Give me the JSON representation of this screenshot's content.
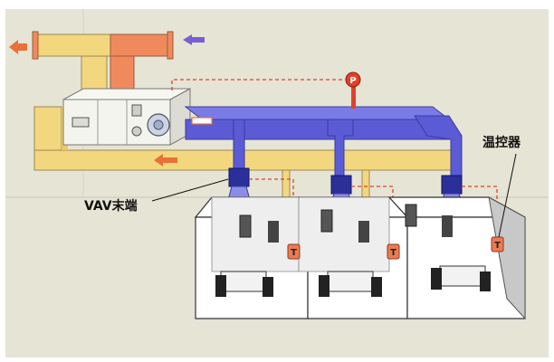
{
  "labels": {
    "vav_terminal": "VAV末端",
    "thermostat": "温控器"
  },
  "symbols": {
    "pressure_sensor": "P",
    "temperature_sensor": "T"
  },
  "colors": {
    "supply_duct": "#5b5bd6",
    "return_duct": "#f3d77e",
    "exhaust_duct": "#f08a5d",
    "control_wire": "#e0402a",
    "vav_box": "#2a2f9a",
    "sensor": "#ee7a52",
    "background": "#e6e4d4"
  }
}
